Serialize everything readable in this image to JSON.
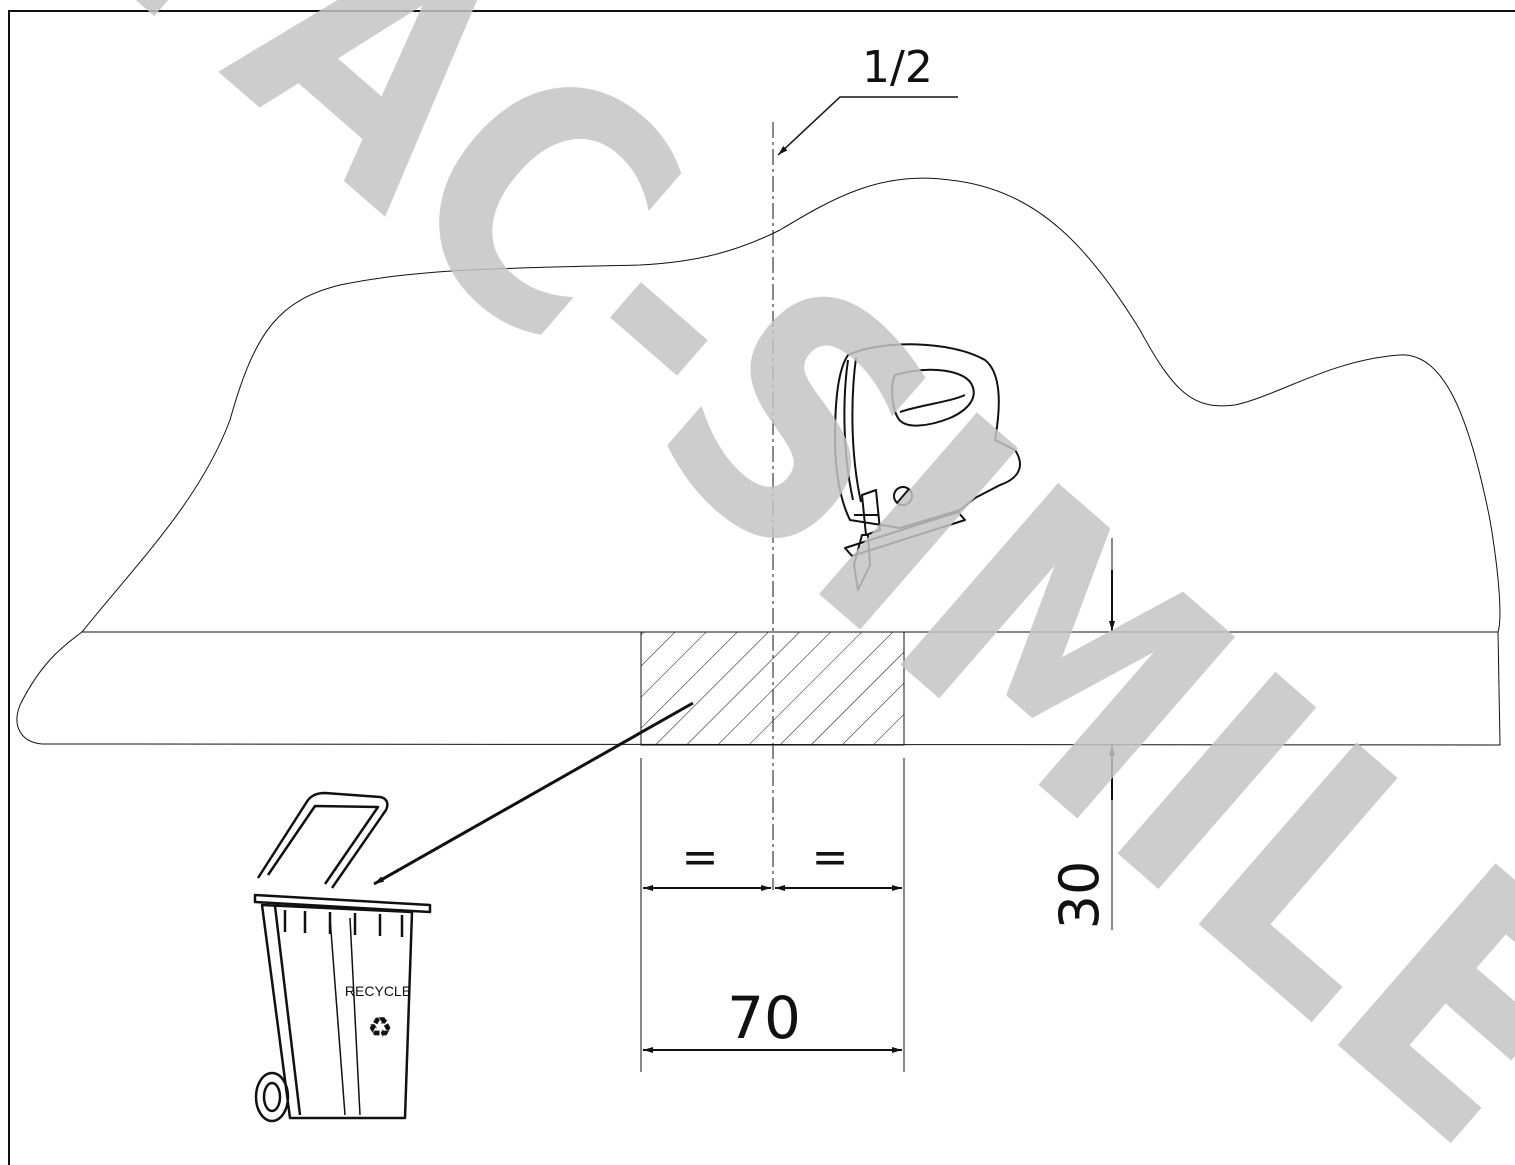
{
  "labels": {
    "half_mark": "1/2",
    "width_dim": "70",
    "thickness_dim": "30",
    "equal_left": "=",
    "equal_right": "=",
    "bin_label": "RECYCLE"
  },
  "watermark": {
    "text": "FAC-SIMILE",
    "color": "#c4c4c4"
  },
  "colors": {
    "line": "#111111",
    "background": "#ffffff"
  },
  "icons": {
    "tool": "jigsaw-icon",
    "bin": "recycle-bin-icon",
    "recycle_symbol": "recycle-symbol-icon"
  }
}
